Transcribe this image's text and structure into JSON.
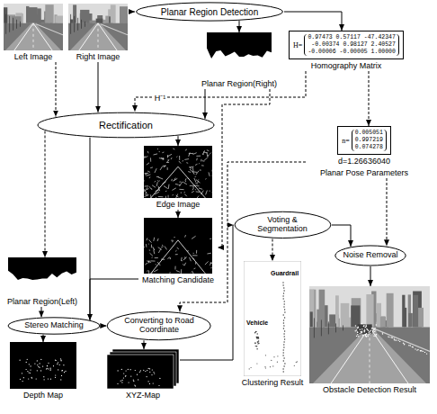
{
  "diagram": {
    "nodes": [
      {
        "text": [
          "Left Image"
        ]
      },
      {
        "text": [
          "Right Image"
        ]
      },
      {
        "text": [
          "Planar Region Detection"
        ]
      },
      {
        "text": [
          "Planar Region(Right)"
        ]
      },
      {
        "text": [
          "H=",
          "0.97473 0.57117 -47.42347",
          "-0.00374 0.98127 2.40527",
          "-0.00006 -0.00005 1.00000",
          "Homography Matrix"
        ]
      },
      {
        "text": [
          "Rectification"
        ]
      },
      {
        "text": [
          "Edge Image"
        ]
      },
      {
        "text": [
          "n=",
          "0.005051",
          "0.997219",
          "0.074278",
          "d=1.26636040",
          "Planar Pose Parameters"
        ]
      },
      {
        "text": [
          "Voting & Segmentation"
        ]
      },
      {
        "text": [
          "Noise Removal"
        ]
      },
      {
        "text": [
          "Planar Region(Left)"
        ]
      },
      {
        "text": [
          "Matching Candidate"
        ]
      },
      {
        "text": [
          "Stereo Matching"
        ]
      },
      {
        "text": [
          "Converting to Road Coordinate"
        ]
      },
      {
        "text": [
          "Clustering Result"
        ]
      },
      {
        "text": [
          "Depth Map"
        ]
      },
      {
        "text": [
          "XYZ-Map"
        ]
      },
      {
        "text": [
          "Obstacle Detection Result"
        ]
      }
    ],
    "edges": [
      {
        "from": 1,
        "to": 2,
        "arrow": "to"
      },
      {
        "from": 2,
        "to": 3,
        "arrow": "to"
      },
      {
        "from": 2,
        "to": 4,
        "arrow": "to"
      },
      {
        "from": 0,
        "to": 5,
        "arrow": "to"
      },
      {
        "from": 1,
        "to": 5,
        "arrow": "to"
      },
      {
        "from": 4,
        "to": 5,
        "label": "H⁻¹",
        "arrow": "to"
      },
      {
        "from": 3,
        "to": 5,
        "arrow": "to"
      },
      {
        "from": 4,
        "to": 7,
        "arrow": "to"
      },
      {
        "from": 5,
        "to": 6,
        "arrow": "to"
      },
      {
        "from": 5,
        "to": 10,
        "arrow": "to"
      },
      {
        "from": 6,
        "to": 11,
        "arrow": "to"
      },
      {
        "from": 3,
        "to": 11,
        "arrow": "to"
      },
      {
        "from": 10,
        "to": 12,
        "arrow": "to"
      },
      {
        "from": 5,
        "to": 12,
        "arrow": "to"
      },
      {
        "from": 11,
        "to": 12,
        "arrow": "to"
      },
      {
        "from": 12,
        "to": 15,
        "arrow": "to"
      },
      {
        "from": 12,
        "to": 13,
        "arrow": "to"
      },
      {
        "from": 7,
        "to": 13,
        "arrow": "to"
      },
      {
        "from": 13,
        "to": 16,
        "arrow": "to"
      },
      {
        "from": 16,
        "to": 8,
        "arrow": "to"
      },
      {
        "from": 8,
        "to": 14,
        "arrow": "to"
      },
      {
        "from": 8,
        "to": 9,
        "arrow": "to"
      },
      {
        "from": 7,
        "to": 9,
        "arrow": "to"
      },
      {
        "from": 9,
        "to": 17,
        "arrow": "to"
      }
    ],
    "labels": [
      "Guardrail",
      "Vehicle"
    ]
  }
}
